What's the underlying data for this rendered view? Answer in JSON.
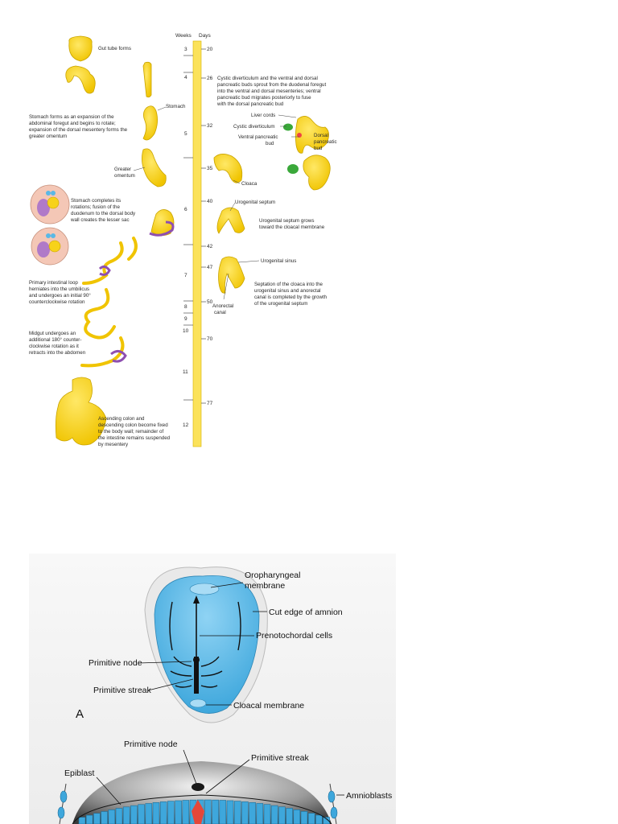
{
  "timeline": {
    "weeks_header": "Weeks",
    "days_header": "Days",
    "weeks": [
      {
        "label": "3"
      },
      {
        "label": "4"
      },
      {
        "label": "5"
      },
      {
        "label": "6"
      },
      {
        "label": "7"
      },
      {
        "label": "8"
      },
      {
        "label": "9"
      },
      {
        "label": "10"
      },
      {
        "label": "11"
      },
      {
        "label": "12"
      }
    ],
    "days": [
      {
        "label": "20"
      },
      {
        "label": "26"
      },
      {
        "label": "32"
      },
      {
        "label": "35"
      },
      {
        "label": "40"
      },
      {
        "label": "42"
      },
      {
        "label": "47"
      },
      {
        "label": "50"
      },
      {
        "label": "70"
      },
      {
        "label": "77"
      }
    ]
  },
  "left_notes": {
    "gut_tube": "Gut tube forms",
    "stomach_label": "Stomach",
    "stomach_forms": [
      "Stomach forms as an expansion of the",
      "abdominal foregut and begins to rotate;",
      "expansion of the dorsal mesentery forms the",
      "greater omentum"
    ],
    "greater_omentum": [
      "Greater",
      "omentum"
    ],
    "stomach_completes": [
      "Stomach completes its",
      "rotations; fusion of the",
      "duodenum to the dorsal body",
      "wall creates the lesser sac"
    ],
    "primary_loop": [
      "Primary intestinal loop",
      "herniates into the umbilicus",
      "and undergoes an initial 90°",
      "counterclockwise rotation"
    ],
    "midgut": [
      "Midgut undergoes an",
      "additional 180° counter-",
      "clockwise rotation as it",
      "retracts into the abdomen"
    ],
    "colon": [
      "Ascending colon and",
      "descending colon become fixed",
      "to the body wall; remainder of",
      "the intestine remains suspended",
      "by mesentery"
    ]
  },
  "right_notes": {
    "cystic": [
      "Cystic diverticulum and the ventral and dorsal",
      "pancreatic buds sprout from the duodenal foregut",
      "into the ventral and dorsal mesenteries; ventral",
      "pancreatic bud migrates posteriorly to fuse",
      "with the dorsal pancreatic bud"
    ],
    "liver_cords": "Liver cords",
    "cystic_diverticulum": "Cystic diverticulum",
    "ventral_bud": [
      "Ventral pancreatic",
      "bud"
    ],
    "dorsal_bud": [
      "Dorsal",
      "pancreatic",
      "bud"
    ],
    "cloaca": "Cloaca",
    "urogenital_septum": "Urogenital septum",
    "septum_grows": [
      "Urogenital septum grows",
      "toward the cloacal membrane"
    ],
    "urogenital_sinus": "Urogenital sinus",
    "septation": [
      "Septation of the cloaca into the",
      "urogenital sinus and anorectal",
      "canal is completed by the growth",
      "of the urogenital septum"
    ],
    "anorectal": [
      "Anorectal",
      "canal"
    ]
  },
  "figure2": {
    "panel_label": "A",
    "oropharyngeal": [
      "Oropharyngeal",
      "membrane"
    ],
    "cut_edge": "Cut edge of amnion",
    "prenotochordal": "Prenotochordal cells",
    "primitive_node": "Primitive node",
    "primitive_streak": "Primitive streak",
    "cloacal_membrane": "Cloacal membrane",
    "b_primitive_node": "Primitive node",
    "b_primitive_streak": "Primitive streak",
    "epiblast": "Epiblast",
    "amnioblasts": "Amnioblasts"
  },
  "colors": {
    "gut_yellow": "#f7d21a",
    "gut_outline": "#c9a400",
    "embryo_blue": "#5ab8e6",
    "rotation_purple": "#8e4fb0",
    "cystic_green": "#3aa83a"
  }
}
